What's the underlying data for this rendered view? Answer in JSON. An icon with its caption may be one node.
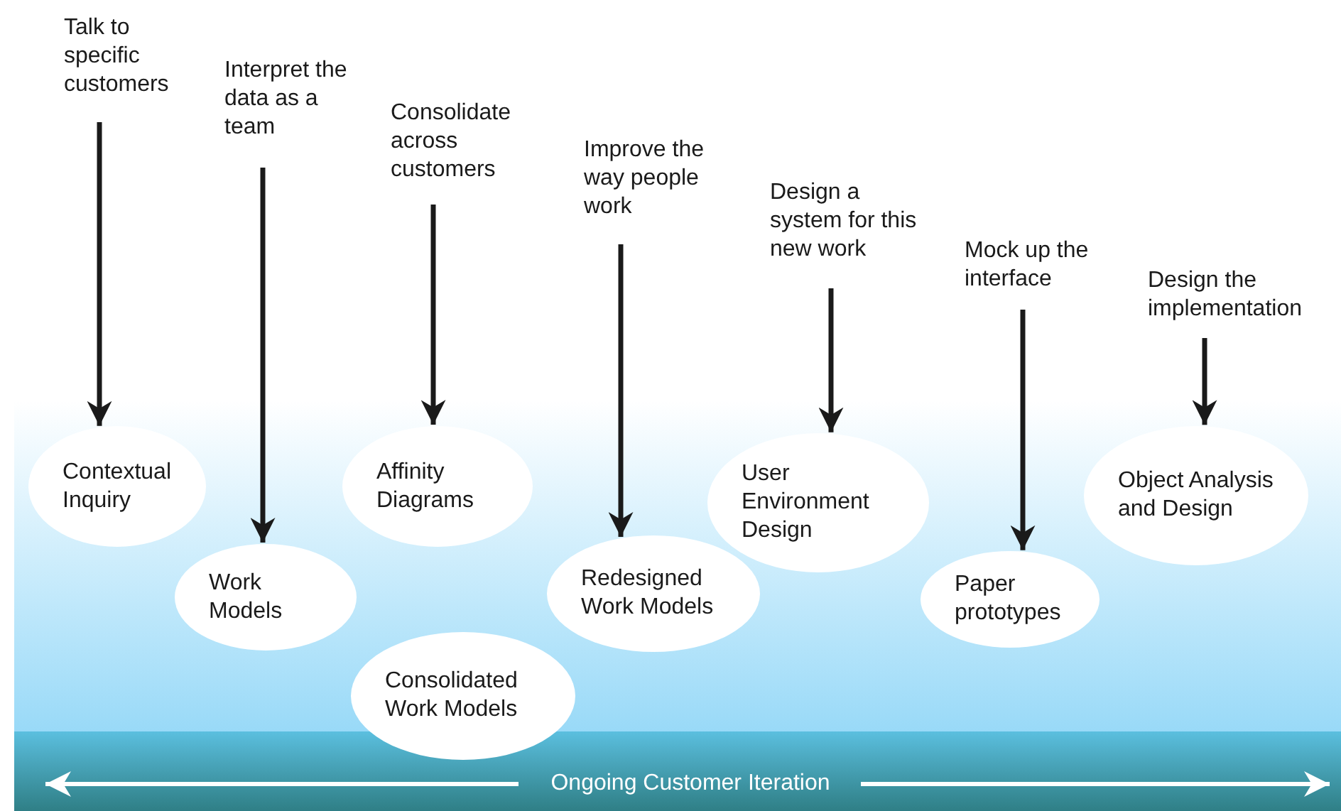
{
  "diagram": {
    "nodes": [
      {
        "text": [
          "Talk to specific customers"
        ]
      },
      {
        "text": [
          "Interpret the data as a team"
        ]
      },
      {
        "text": [
          "Consolidate across customers"
        ]
      },
      {
        "text": [
          "Improve the way people work"
        ]
      },
      {
        "text": [
          "Design a system for this new work"
        ]
      },
      {
        "text": [
          "Mock up the interface"
        ]
      },
      {
        "text": [
          "Design the implementation"
        ]
      },
      {
        "text": [
          "Contextual Inquiry"
        ]
      },
      {
        "text": [
          "Work Models"
        ]
      },
      {
        "text": [
          "Affinity Diagrams"
        ]
      },
      {
        "text": [
          "Consolidated Work Models"
        ]
      },
      {
        "text": [
          "Redesigned Work Models"
        ]
      },
      {
        "text": [
          "User Environment Design"
        ]
      },
      {
        "text": [
          "Paper prototypes"
        ]
      },
      {
        "text": [
          "Object Analysis and Design"
        ]
      }
    ],
    "edges": [
      {
        "from": 0,
        "to": 7,
        "arrow": "to"
      },
      {
        "from": 1,
        "to": 8,
        "arrow": "to"
      },
      {
        "from": 2,
        "to": 9,
        "arrow": "to"
      },
      {
        "from": 3,
        "to": 11,
        "arrow": "to"
      },
      {
        "from": 4,
        "to": 12,
        "arrow": "to"
      },
      {
        "from": 5,
        "to": 13,
        "arrow": "to"
      },
      {
        "from": 6,
        "to": 14,
        "arrow": "to"
      }
    ],
    "labels": [
      "Ongoing Customer Iteration"
    ]
  }
}
